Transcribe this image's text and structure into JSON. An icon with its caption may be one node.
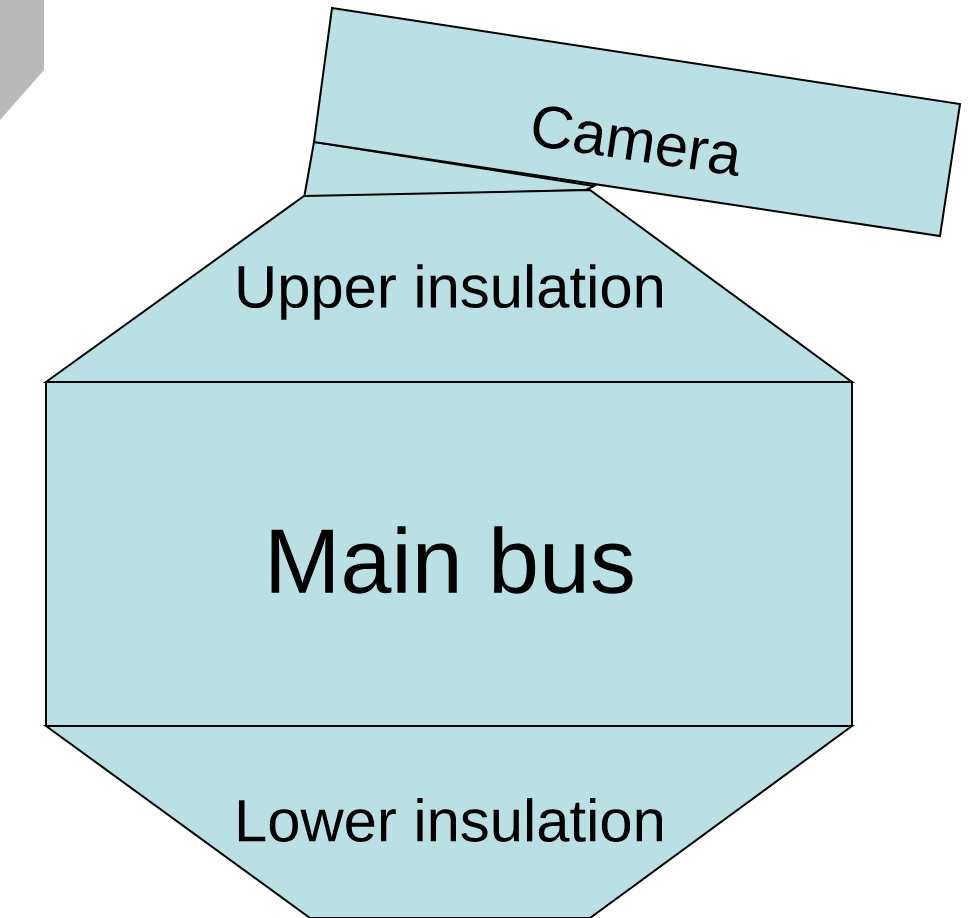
{
  "diagram": {
    "nodes": [
      {
        "text": [
          "Camera"
        ]
      },
      {
        "text": [
          "Upper insulation"
        ]
      },
      {
        "text": [
          "Main bus"
        ]
      },
      {
        "text": [
          "Lower insulation"
        ]
      }
    ]
  }
}
